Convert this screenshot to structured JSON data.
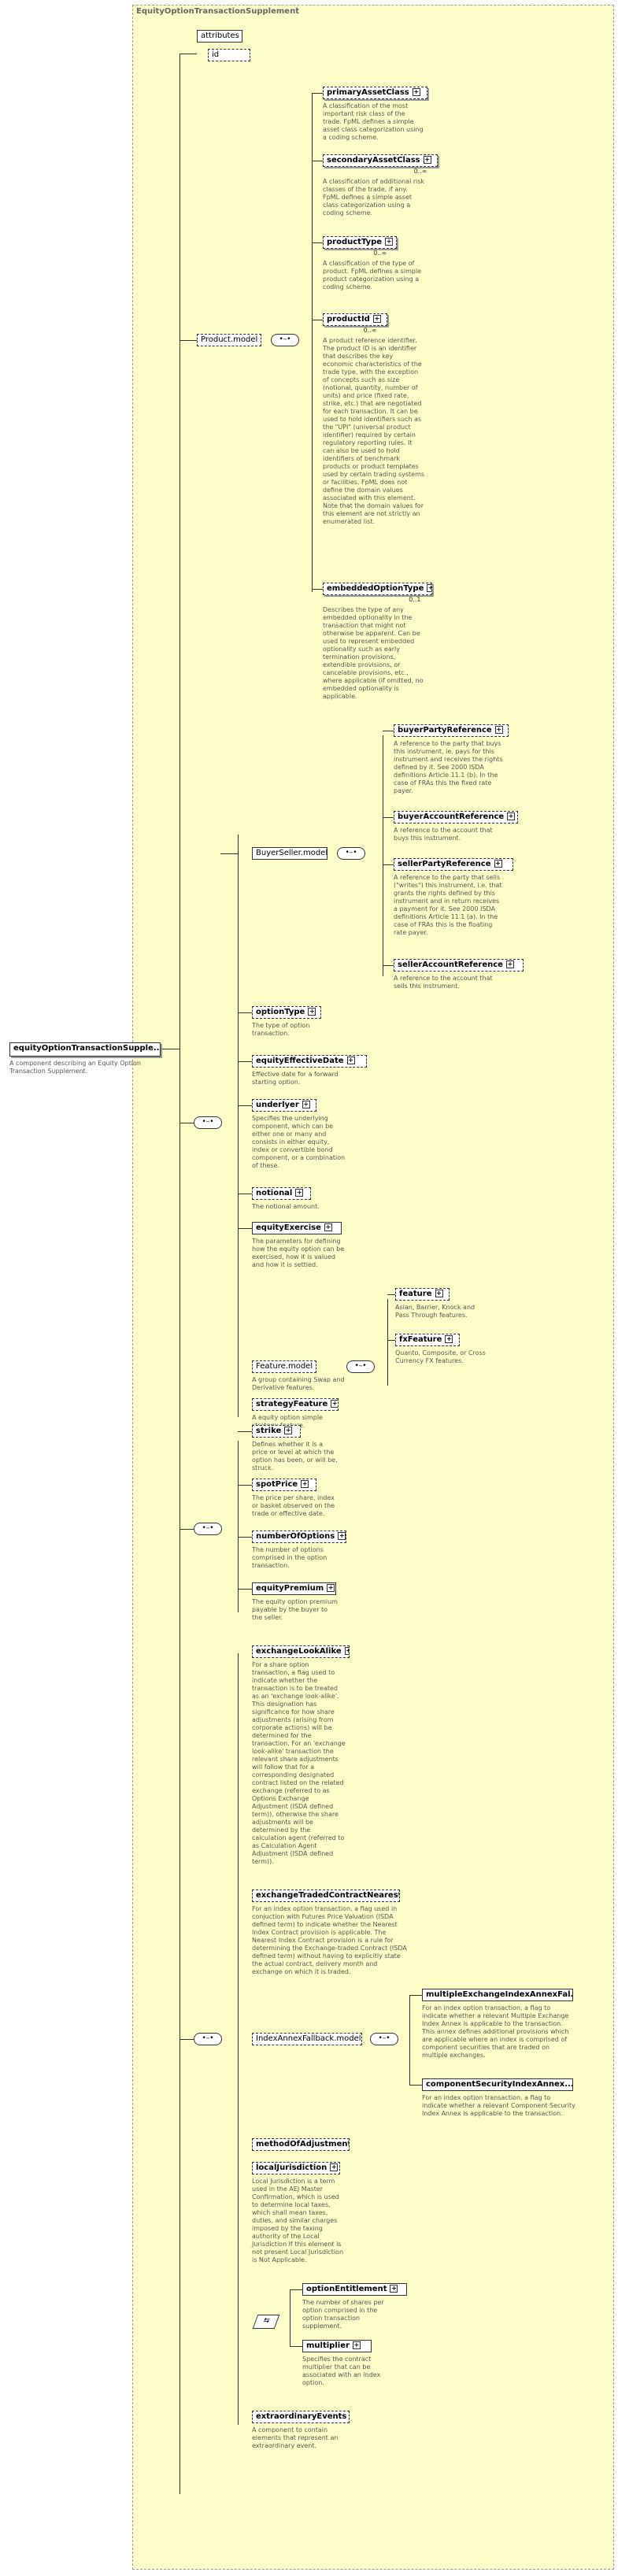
{
  "title": "EquityOptionTransactionSupplement",
  "root": {
    "label": "equityOptionTransactionSupple...",
    "desc": "A component describing an Equity Option Transaction Supplement."
  },
  "attributes": {
    "label": "attributes",
    "id": "id"
  },
  "product_model": {
    "label": "Product.model",
    "items": [
      {
        "label": "primaryAssetClass",
        "desc": "A classification of the most important risk class of the trade. FpML defines a simple asset class categorization using a coding scheme."
      },
      {
        "label": "secondaryAssetClass",
        "card": "0..∞",
        "desc": "A classification of additional risk classes of the trade, if any. FpML defines a simple asset class categorization using a coding scheme."
      },
      {
        "label": "productType",
        "card": "0..∞",
        "desc": "A classification of the type of product. FpML defines a simple product categorization using a coding scheme."
      },
      {
        "label": "productId",
        "card": "0..∞",
        "desc": "A product reference identifier. The product ID is an identifier that describes the key economic characteristics of the trade type, with the exception of concepts such as size (notional, quantity, number of units) and price (fixed rate, strike, etc.) that are negotiated for each transaction. It can be used to hold identifiers such as the \"UPI\" (universal product identifier) required by certain regulatory reporting rules. It can also be used to hold identifiers of benchmark products or product templates used by certain trading systems or facilities. FpML does not define the domain values associated with this element. Note that the domain values for this element are not strictly an enumerated list."
      },
      {
        "label": "embeddedOptionType",
        "card": "0..1",
        "desc": "Describes the type of any embedded optionality in the transaction that might not otherwise be apparent. Can be used to represent embedded optionality such as early termination provisions, extendible provisions, or cancelable provisions, etc., where applicable (if omitted, no embedded optionality is applicable."
      }
    ]
  },
  "buyer_seller": {
    "label": "BuyerSeller.model",
    "items": [
      {
        "label": "buyerPartyReference",
        "desc": "A reference to the party that buys this instrument, ie. pays for this instrument and receives the rights defined by it. See 2000 ISDA definitions Article 11.1 (b). In the case of FRAs this the fixed rate payer."
      },
      {
        "label": "buyerAccountReference",
        "desc": "A reference to the account that buys this instrument."
      },
      {
        "label": "sellerPartyReference",
        "desc": "A reference to the party that sells (\"writes\") this instrument, i.e. that grants the rights defined by this instrument and in return receives a payment for it. See 2000 ISDA definitions Article 11.1 (a). In the case of FRAs this is the floating rate payer."
      },
      {
        "label": "sellerAccountReference",
        "desc": "A reference to the account that sells this instrument."
      }
    ]
  },
  "group1": [
    {
      "label": "optionType",
      "desc": "The type of option transaction."
    },
    {
      "label": "equityEffectiveDate",
      "desc": "Effective date for a forward starting option."
    },
    {
      "label": "underlyer",
      "desc": "Specifies the underlying component, which can be either one or many and consists in either equity, index or convertible bond component, or a combination of these."
    },
    {
      "label": "notional",
      "desc": "The notional amount."
    },
    {
      "label": "equityExercise",
      "desc": "The parameters for defining how the equity option can be exercised, how it is valued and how it is settled."
    }
  ],
  "feature_model": {
    "label": "Feature.model",
    "desc": "A group containing Swap and Derivative features.",
    "items": [
      {
        "label": "feature",
        "desc": "Asian, Barrier, Knock and Pass Through features."
      },
      {
        "label": "fxFeature",
        "desc": "Quanto, Composite, or Cross Currency FX features."
      }
    ]
  },
  "strategy": {
    "label": "strategyFeature",
    "desc": "A equity option simple strategy feature."
  },
  "group2": [
    {
      "label": "strike",
      "desc": "Defines whether it is a price or level at which the option has been, or will be, struck."
    },
    {
      "label": "spotPrice",
      "desc": "The price per share, index or basket observed on the trade or effective date."
    },
    {
      "label": "numberOfOptions",
      "desc": "The number of options comprised in the option transaction."
    },
    {
      "label": "equityPremium",
      "desc": "The equity option premium payable by the buyer to the seller."
    }
  ],
  "group3": {
    "exchangeLookAlike": {
      "label": "exchangeLookAlike",
      "desc": "For a share option transaction, a flag used to indicate whether the transaction is to be treated as an 'exchange look-alike'. This designation has significance for how share adjustments (arising from corporate actions) will be determined for the transaction. For an 'exchange look-alike' transaction the relevant share adjustments will follow that for a corresponding designated contract listed on the related exchange (referred to as Options Exchange Adjustment (ISDA defined term)), otherwise the share adjustments will be determined by the calculation agent (referred to as Calculation Agent Adjustment (ISDA defined term))."
    },
    "exchangeTradedContractNearest": {
      "label": "exchangeTradedContractNearest",
      "desc": "For an index option transaction, a flag used in conjuction with Futures Price Valuation (ISDA defined term) to indicate whether the Nearest Index Contract provision is applicable. The Nearest Index Contract provision is a rule for determining the Exchange-traded Contract (ISDA defined term) without having to explicitly state the actual contract, delivery month and exchange on which it is traded."
    },
    "indexAnnexFallback": {
      "label": "IndexAnnexFallback.model",
      "items": [
        {
          "label": "multipleExchangeIndexAnnexFal...",
          "desc": "For an index option transaction, a flag to indicate whether a relevant Multiple Exchange Index Annex is applicable to the transaction. This annex defines additional provisions which are applicable where an index is comprised of component securities that are traded on multiple exchanges."
        },
        {
          "label": "componentSecurityIndexAnnex...",
          "desc": "For an index option transaction, a flag to indicate whether a relevant Component Security Index Annex is applicable to the transaction."
        }
      ]
    },
    "methodOfAdjustment": {
      "label": "methodOfAdjustment"
    },
    "localJurisdiction": {
      "label": "localJurisdiction",
      "desc": "Local Jurisdiction is a term used in the AEJ Master Confirmation, which is used to determine local taxes, which shall mean taxes, duties, and similar charges imposed by the taxing authority of the Local Jurisdiction If this element is not present Local Jurisdiction is Not Applicable."
    },
    "choice": [
      {
        "label": "optionEntitlement",
        "desc": "The number of shares per option comprised in the option transaction supplement."
      },
      {
        "label": "multiplier",
        "desc": "Specifies the contract multiplier that can be associated with an index option."
      }
    ],
    "extraordinaryEvents": {
      "label": "extraordinaryEvents",
      "desc": "A component to contain elements that represent an extraordinary event."
    }
  }
}
